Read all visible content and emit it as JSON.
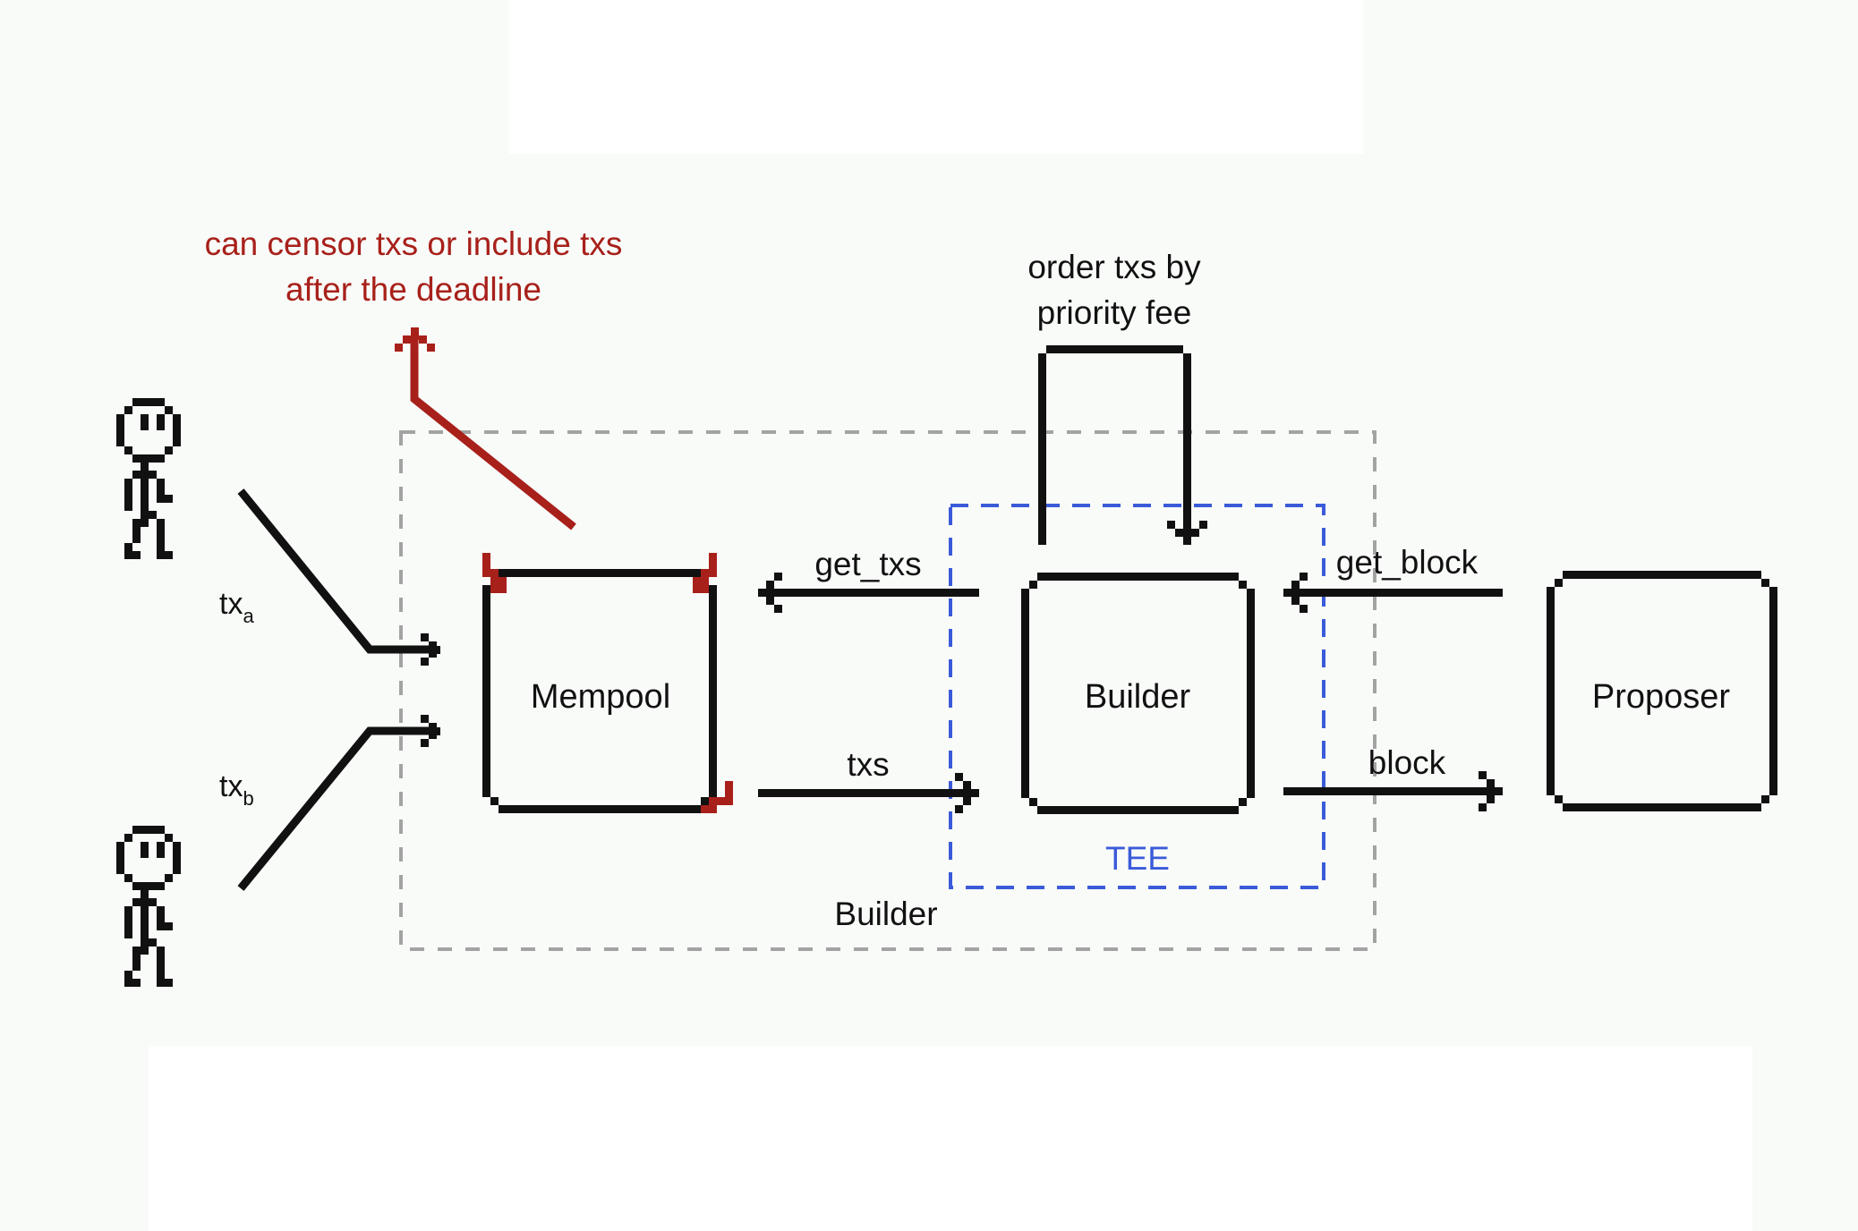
{
  "diagram": {
    "actors": [
      {
        "id": "user-a",
        "icon": "stick-figure-icon",
        "tx_label": "tx",
        "tx_subscript": "a"
      },
      {
        "id": "user-b",
        "icon": "stick-figure-icon",
        "tx_label": "tx",
        "tx_subscript": "b"
      }
    ],
    "nodes": {
      "mempool": {
        "label": "Mempool"
      },
      "builder": {
        "label": "Builder"
      },
      "proposer": {
        "label": "Proposer"
      }
    },
    "edges": {
      "get_txs": "get_txs",
      "txs": "txs",
      "get_block": "get_block",
      "block": "block"
    },
    "self_loop": {
      "line1": "order txs by",
      "line2": "priority fee"
    },
    "annotation": {
      "line1": "can censor txs or include txs",
      "line2": "after the deadline"
    },
    "groups": {
      "tee": {
        "label": "TEE"
      },
      "builder_outer": {
        "label": "Builder"
      }
    },
    "colors": {
      "ink": "#111111",
      "warning": "#a8201a",
      "tee": "#3a5bd9",
      "group": "#a3a3a3",
      "background": "#f9fbf9"
    }
  }
}
